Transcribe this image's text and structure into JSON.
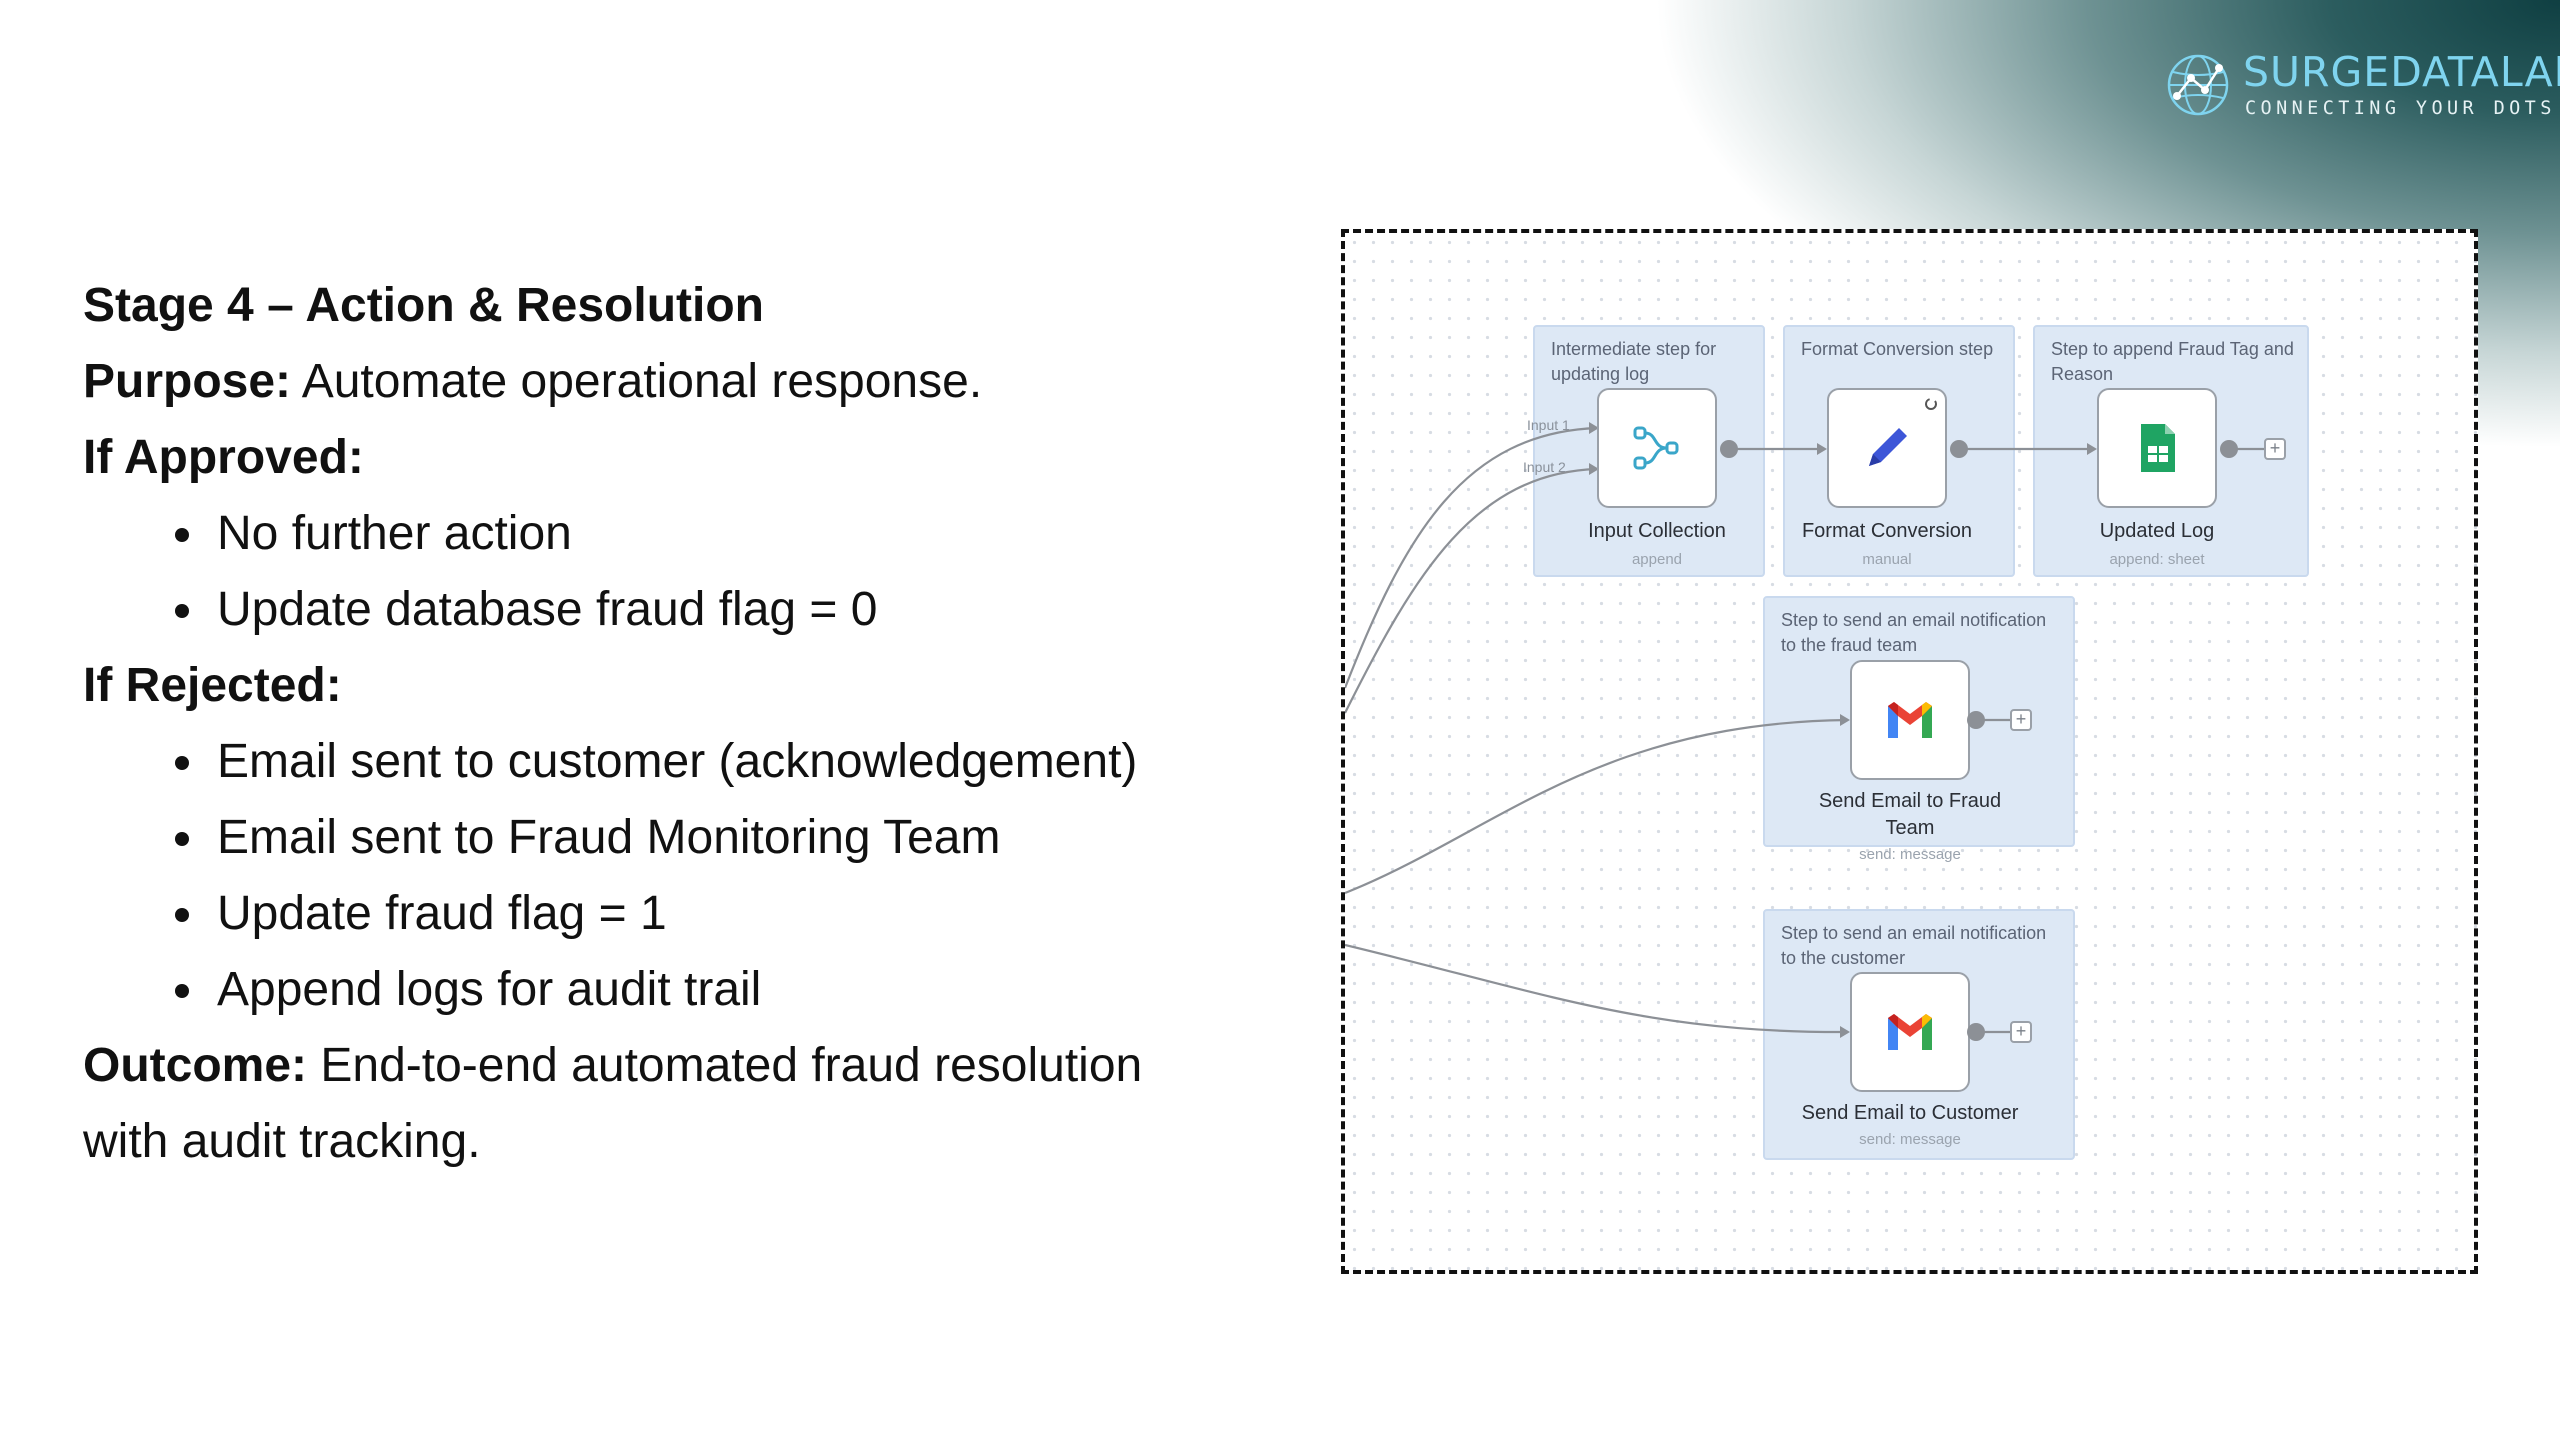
{
  "brand": {
    "name": "SURGEDATALAB",
    "tagline": "CONNECTING YOUR DOTS",
    "logo_icon": "globe-network-icon",
    "colors": {
      "accent": "#7fd4ef",
      "corner": "#0f3f42"
    }
  },
  "slide": {
    "title": "Stage 4 – Action & Resolution",
    "purpose_label": "Purpose:",
    "purpose_text": " Automate operational response.",
    "approved_label": "If Approved:",
    "approved_items": [
      "No further action",
      "Update database fraud flag = 0"
    ],
    "rejected_label": "If Rejected:",
    "rejected_items": [
      "Email sent to customer (acknowledgement)",
      "Email sent to Fraud Monitoring Team",
      "Update fraud flag = 1",
      "Append logs for audit trail"
    ],
    "outcome_label": "Outcome:",
    "outcome_text_1": " End-to-end automated fraud resolution",
    "outcome_text_2": "with audit tracking."
  },
  "workflow": {
    "groups": [
      {
        "note": "Intermediate step for updating log"
      },
      {
        "note": "Format Conversion step"
      },
      {
        "note": "Step to append Fraud Tag and Reason"
      },
      {
        "note": "Step to send an email notification to the fraud team"
      },
      {
        "note": "Step to send an email notification to the customer"
      }
    ],
    "nodes": [
      {
        "label": "Input Collection",
        "sub": "append",
        "icon": "merge-icon"
      },
      {
        "label": "Format Conversion",
        "sub": "manual",
        "icon": "pencil-icon"
      },
      {
        "label": "Updated Log",
        "sub": "append: sheet",
        "icon": "google-sheets-icon"
      },
      {
        "label": "Send Email to Fraud Team",
        "sub": "send: message",
        "icon": "gmail-icon"
      },
      {
        "label": "Send Email to Customer",
        "sub": "send: message",
        "icon": "gmail-icon"
      }
    ],
    "inputs": [
      "Input 1",
      "Input 2"
    ]
  }
}
